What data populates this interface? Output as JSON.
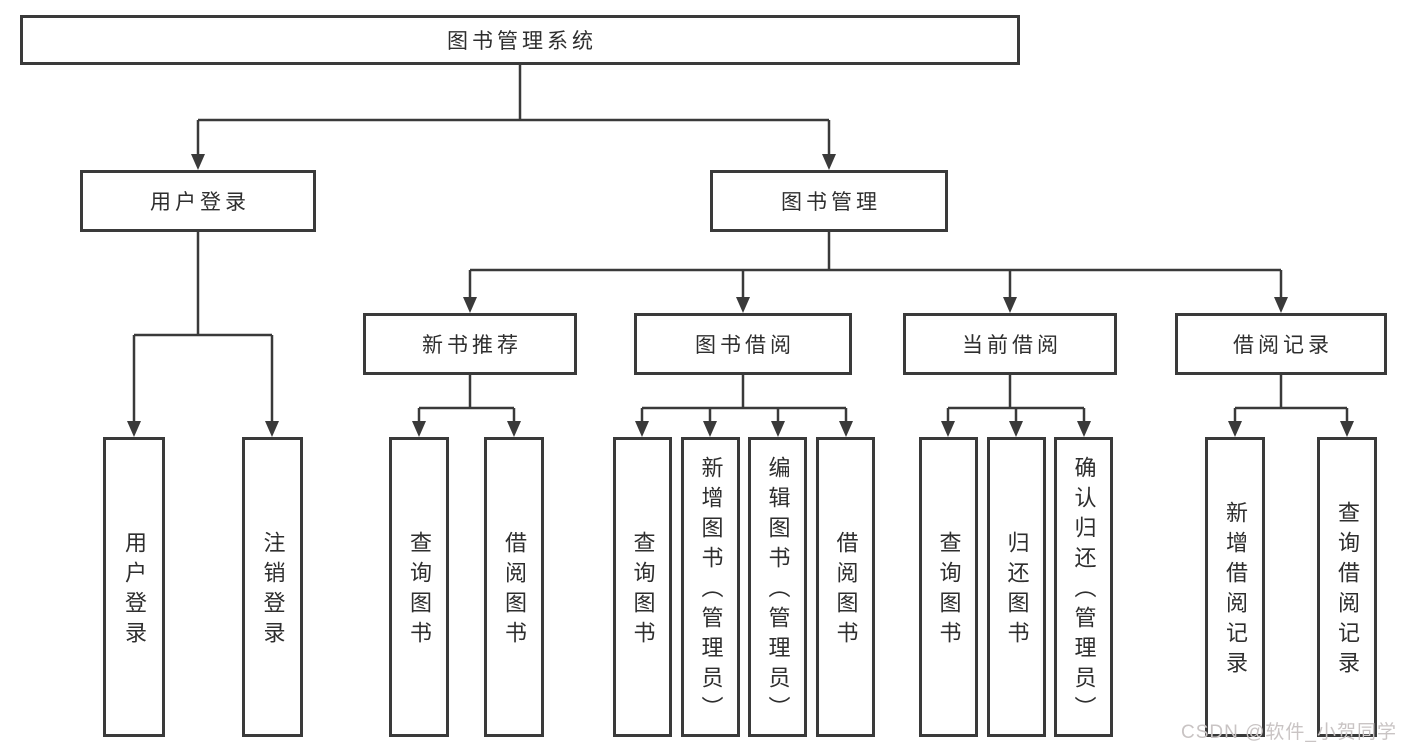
{
  "tree": {
    "label": "图书管理系统",
    "children": [
      {
        "label": "用户登录",
        "children": [
          {
            "label": "用户登录"
          },
          {
            "label": "注销登录"
          }
        ]
      },
      {
        "label": "图书管理",
        "children": [
          {
            "label": "新书推荐",
            "children": [
              {
                "label": "查询图书"
              },
              {
                "label": "借阅图书"
              }
            ]
          },
          {
            "label": "图书借阅",
            "children": [
              {
                "label": "查询图书"
              },
              {
                "label": "新增图书（管理员）"
              },
              {
                "label": "编辑图书（管理员）"
              },
              {
                "label": "借阅图书"
              }
            ]
          },
          {
            "label": "当前借阅",
            "children": [
              {
                "label": "查询图书"
              },
              {
                "label": "归还图书"
              },
              {
                "label": "确认归还（管理员）"
              }
            ]
          },
          {
            "label": "借阅记录",
            "children": [
              {
                "label": "新增借阅记录"
              },
              {
                "label": "查询借阅记录"
              }
            ]
          }
        ]
      }
    ]
  },
  "watermark": {
    "text": "CSDN @软件_小贺同学"
  },
  "colors": {
    "line": "#3a3a3a",
    "text": "#2e2e2e",
    "background": "#ffffff",
    "watermark": "#c9c4c4"
  }
}
